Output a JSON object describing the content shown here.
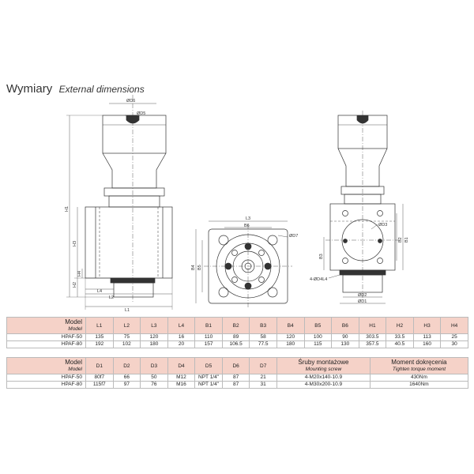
{
  "title": {
    "pl": "Wymiary",
    "en": "External dimensions"
  },
  "drawing_labels": {
    "od6": "ØD6",
    "od5": "ØD5",
    "h1": "H1",
    "h3": "H3",
    "h2": "H2",
    "h4": "H4",
    "l4": "L4",
    "l2": "L2",
    "l1": "L1",
    "l3": "L3",
    "b6": "B6",
    "od7": "ØD7",
    "b4": "B4",
    "b5": "B5",
    "od3": "ØD3",
    "b2": "B2",
    "b1": "B1",
    "b3": "B3",
    "od4": "4-ØD4L4",
    "od2": "ØD2",
    "od1": "ØD1"
  },
  "table1": {
    "model_label": "Model",
    "model_label_en": "Model",
    "columns": [
      "L1",
      "L2",
      "L3",
      "L4",
      "B1",
      "B2",
      "B3",
      "B4",
      "B5",
      "B6",
      "H1",
      "H2",
      "H3",
      "H4"
    ],
    "rows": [
      {
        "model": "HPAF-50",
        "values": [
          "135",
          "75",
          "120",
          "16",
          "110",
          "89",
          "58",
          "120",
          "100",
          "90",
          "303.5",
          "33.5",
          "113",
          "25"
        ]
      },
      {
        "model": "HPAF-80",
        "values": [
          "192",
          "102",
          "180",
          "20",
          "157",
          "106.5",
          "77.5",
          "180",
          "115",
          "130",
          "357.5",
          "40.5",
          "160",
          "30"
        ]
      }
    ]
  },
  "table2": {
    "model_label": "Model",
    "model_label_en": "Model",
    "columns": [
      "D1",
      "D2",
      "D3",
      "D4",
      "D5",
      "D6",
      "D7"
    ],
    "screw": {
      "pl": "Śruby montażowe",
      "en": "Mounting screw"
    },
    "torque": {
      "pl": "Moment dokręcenia",
      "en": "Tighten torque moment"
    },
    "rows": [
      {
        "model": "HPAF-50",
        "values": [
          "80f7",
          "66",
          "50",
          "M12",
          "NPT 1/4\"",
          "87",
          "21"
        ],
        "screw": "4-M20x140-10.9",
        "torque": "430Nm"
      },
      {
        "model": "HPAF-80",
        "values": [
          "115f7",
          "97",
          "76",
          "M16",
          "NPT 1/4\"",
          "87",
          "31"
        ],
        "screw": "4-M30x200-10.9",
        "torque": "1640Nm"
      }
    ]
  }
}
